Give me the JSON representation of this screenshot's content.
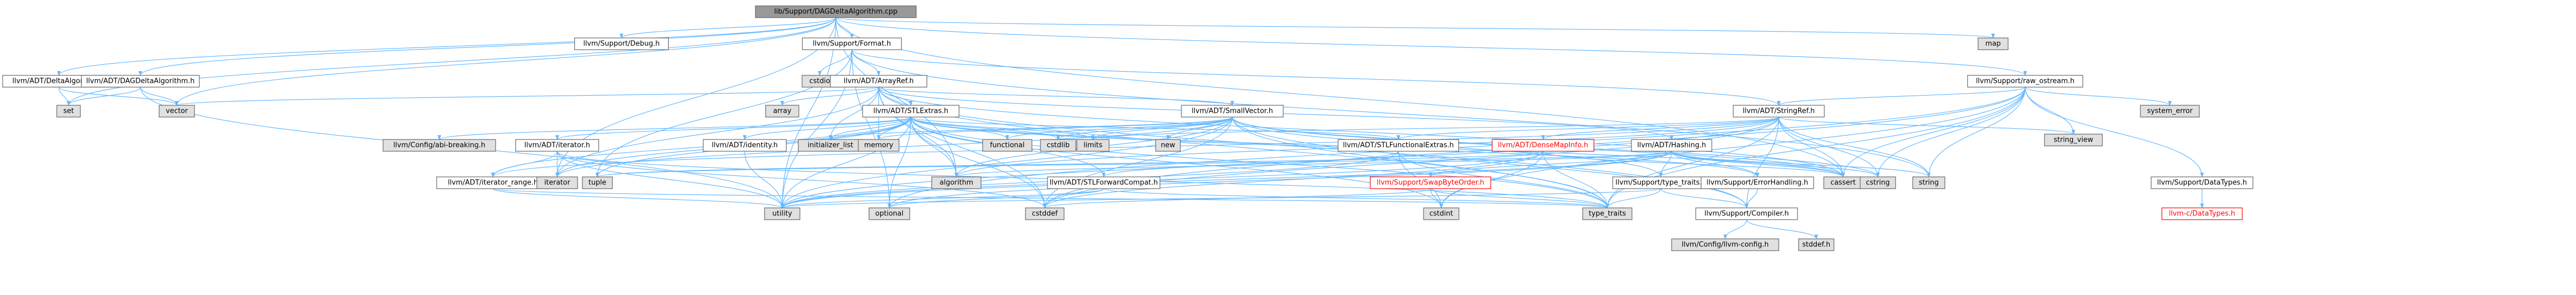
{
  "colors": {
    "background": "#ffffff",
    "edge": "#63b8ff",
    "arrow": "#63b8ff",
    "root_fill": "#999999",
    "internal_fill": "#ffffff",
    "system_fill": "#e0e0e0",
    "node_border": "#666666",
    "warn_border": "#ff0000",
    "text": "#000000",
    "warn_text": "#ff0000"
  },
  "nodes": [
    {
      "id": "root",
      "label": "lib/Support/DAGDeltaAlgorithm.cpp",
      "kind": "root"
    },
    {
      "id": "deltaalg",
      "label": "llvm/ADT/DeltaAlgorithm.h",
      "kind": "internal"
    },
    {
      "id": "dagdelta",
      "label": "llvm/ADT/DAGDeltaAlgorithm.h",
      "kind": "internal"
    },
    {
      "id": "debug",
      "label": "llvm/Support/Debug.h",
      "kind": "internal"
    },
    {
      "id": "format",
      "label": "llvm/Support/Format.h",
      "kind": "internal"
    },
    {
      "id": "raw_ostream",
      "label": "llvm/Support/raw_ostream.h",
      "kind": "internal"
    },
    {
      "id": "map",
      "label": "map",
      "kind": "system"
    },
    {
      "id": "set",
      "label": "set",
      "kind": "system"
    },
    {
      "id": "vector",
      "label": "vector",
      "kind": "system"
    },
    {
      "id": "cstdio",
      "label": "cstdio",
      "kind": "system"
    },
    {
      "id": "arrayref",
      "label": "llvm/ADT/ArrayRef.h",
      "kind": "internal"
    },
    {
      "id": "array",
      "label": "array",
      "kind": "system"
    },
    {
      "id": "stlextras",
      "label": "llvm/ADT/STLExtras.h",
      "kind": "internal"
    },
    {
      "id": "smallvector",
      "label": "llvm/ADT/SmallVector.h",
      "kind": "internal"
    },
    {
      "id": "stringref",
      "label": "llvm/ADT/StringRef.h",
      "kind": "internal"
    },
    {
      "id": "system_error",
      "label": "system_error",
      "kind": "system"
    },
    {
      "id": "string_view",
      "label": "string_view",
      "kind": "system"
    },
    {
      "id": "configbreak",
      "label": "llvm/Config/abi-breaking.h",
      "kind": "system"
    },
    {
      "id": "iterator",
      "label": "llvm/ADT/iterator.h",
      "kind": "internal"
    },
    {
      "id": "identity",
      "label": "llvm/ADT/identity.h",
      "kind": "internal"
    },
    {
      "id": "initializer_list",
      "label": "initializer_list",
      "kind": "system"
    },
    {
      "id": "memory",
      "label": "memory",
      "kind": "system"
    },
    {
      "id": "functional",
      "label": "functional",
      "kind": "system"
    },
    {
      "id": "cstdlib",
      "label": "cstdlib",
      "kind": "system"
    },
    {
      "id": "limits",
      "label": "limits",
      "kind": "system"
    },
    {
      "id": "new",
      "label": "new",
      "kind": "system"
    },
    {
      "id": "stlfunctional",
      "label": "llvm/ADT/STLFunctionalExtras.h",
      "kind": "internal"
    },
    {
      "id": "densemapinfo",
      "label": "llvm/ADT/DenseMapInfo.h",
      "kind": "warn"
    },
    {
      "id": "hashing",
      "label": "llvm/ADT/Hashing.h",
      "kind": "internal"
    },
    {
      "id": "iterator_range",
      "label": "llvm/ADT/iterator_range.h",
      "kind": "internal"
    },
    {
      "id": "iterator_sys",
      "label": "iterator",
      "kind": "system"
    },
    {
      "id": "tuple",
      "label": "tuple",
      "kind": "system"
    },
    {
      "id": "algorithm",
      "label": "algorithm",
      "kind": "system"
    },
    {
      "id": "stlforward",
      "label": "llvm/ADT/STLForwardCompat.h",
      "kind": "internal"
    },
    {
      "id": "swapbyteorder",
      "label": "llvm/Support/SwapByteOrder.h",
      "kind": "warn"
    },
    {
      "id": "type_traits_h",
      "label": "llvm/Support/type_traits.h",
      "kind": "internal"
    },
    {
      "id": "errorhandling",
      "label": "llvm/Support/ErrorHandling.h",
      "kind": "internal"
    },
    {
      "id": "cassert",
      "label": "cassert",
      "kind": "system"
    },
    {
      "id": "cstring",
      "label": "cstring",
      "kind": "system"
    },
    {
      "id": "string",
      "label": "string",
      "kind": "system"
    },
    {
      "id": "datatypes",
      "label": "llvm/Support/DataTypes.h",
      "kind": "internal"
    },
    {
      "id": "cdatatypes",
      "label": "llvm-c/DataTypes.h",
      "kind": "warn"
    },
    {
      "id": "compiler",
      "label": "llvm/Support/Compiler.h",
      "kind": "internal"
    },
    {
      "id": "llvmconfig",
      "label": "llvm/Config/llvm-config.h",
      "kind": "system"
    },
    {
      "id": "stddef",
      "label": "stddef.h",
      "kind": "system"
    },
    {
      "id": "utility",
      "label": "utility",
      "kind": "system"
    },
    {
      "id": "optional",
      "label": "optional",
      "kind": "system"
    },
    {
      "id": "cstddef",
      "label": "cstddef",
      "kind": "system"
    },
    {
      "id": "cstdint",
      "label": "cstdint",
      "kind": "system"
    },
    {
      "id": "type_traits",
      "label": "type_traits",
      "kind": "system"
    }
  ],
  "edges": [
    [
      "root",
      "deltaalg"
    ],
    [
      "root",
      "dagdelta"
    ],
    [
      "root",
      "debug"
    ],
    [
      "root",
      "format"
    ],
    [
      "root",
      "raw_ostream"
    ],
    [
      "root",
      "map"
    ],
    [
      "root",
      "algorithm"
    ],
    [
      "root",
      "cassert"
    ],
    [
      "root",
      "iterator_sys"
    ],
    [
      "root",
      "set"
    ],
    [
      "root",
      "utility"
    ],
    [
      "root",
      "vector"
    ],
    [
      "deltaalg",
      "set"
    ],
    [
      "deltaalg",
      "vector"
    ],
    [
      "dagdelta",
      "vector"
    ],
    [
      "dagdelta",
      "set"
    ],
    [
      "dagdelta",
      "utility"
    ],
    [
      "format",
      "arrayref"
    ],
    [
      "format",
      "stringref"
    ],
    [
      "format",
      "cstdio"
    ],
    [
      "format",
      "optional"
    ],
    [
      "format",
      "string"
    ],
    [
      "format",
      "tuple"
    ],
    [
      "format",
      "utility"
    ],
    [
      "raw_ostream",
      "stringref"
    ],
    [
      "raw_ostream",
      "datatypes"
    ],
    [
      "raw_ostream",
      "cassert"
    ],
    [
      "raw_ostream",
      "cstddef"
    ],
    [
      "raw_ostream",
      "cstdint"
    ],
    [
      "raw_ostream",
      "cstring"
    ],
    [
      "raw_ostream",
      "optional"
    ],
    [
      "raw_ostream",
      "string"
    ],
    [
      "raw_ostream",
      "string_view"
    ],
    [
      "raw_ostream",
      "system_error"
    ],
    [
      "raw_ostream",
      "type_traits"
    ],
    [
      "arrayref",
      "hashing"
    ],
    [
      "arrayref",
      "smallvector"
    ],
    [
      "arrayref",
      "stlextras"
    ],
    [
      "arrayref",
      "compiler"
    ],
    [
      "arrayref",
      "algorithm"
    ],
    [
      "arrayref",
      "array"
    ],
    [
      "arrayref",
      "cassert"
    ],
    [
      "arrayref",
      "cstddef"
    ],
    [
      "arrayref",
      "initializer_list"
    ],
    [
      "arrayref",
      "iterator_sys"
    ],
    [
      "arrayref",
      "memory"
    ],
    [
      "arrayref",
      "type_traits"
    ],
    [
      "arrayref",
      "vector"
    ],
    [
      "stlextras",
      "configbreak"
    ],
    [
      "stlextras",
      "identity"
    ],
    [
      "stlextras",
      "stlforward"
    ],
    [
      "stlextras",
      "stlfunctional"
    ],
    [
      "stlextras",
      "iterator"
    ],
    [
      "stlextras",
      "iterator_range"
    ],
    [
      "stlextras",
      "errorhandling"
    ],
    [
      "stlextras",
      "algorithm"
    ],
    [
      "stlextras",
      "cassert"
    ],
    [
      "stlextras",
      "cstddef"
    ],
    [
      "stlextras",
      "cstdint"
    ],
    [
      "stlextras",
      "cstdlib"
    ],
    [
      "stlextras",
      "functional"
    ],
    [
      "stlextras",
      "initializer_list"
    ],
    [
      "stlextras",
      "iterator_sys"
    ],
    [
      "stlextras",
      "limits"
    ],
    [
      "stlextras",
      "memory"
    ],
    [
      "stlextras",
      "optional"
    ],
    [
      "stlextras",
      "tuple"
    ],
    [
      "stlextras",
      "type_traits"
    ],
    [
      "stlextras",
      "utility"
    ],
    [
      "smallvector",
      "compiler"
    ],
    [
      "smallvector",
      "type_traits_h"
    ],
    [
      "smallvector",
      "algorithm"
    ],
    [
      "smallvector",
      "cassert"
    ],
    [
      "smallvector",
      "cstddef"
    ],
    [
      "smallvector",
      "cstdlib"
    ],
    [
      "smallvector",
      "cstring"
    ],
    [
      "smallvector",
      "functional"
    ],
    [
      "smallvector",
      "initializer_list"
    ],
    [
      "smallvector",
      "iterator_sys"
    ],
    [
      "smallvector",
      "limits"
    ],
    [
      "smallvector",
      "memory"
    ],
    [
      "smallvector",
      "new"
    ],
    [
      "smallvector",
      "type_traits"
    ],
    [
      "smallvector",
      "utility"
    ],
    [
      "stringref",
      "densemapinfo"
    ],
    [
      "stringref",
      "stlfunctional"
    ],
    [
      "stringref",
      "iterator_range"
    ],
    [
      "stringref",
      "compiler"
    ],
    [
      "stringref",
      "algorithm"
    ],
    [
      "stringref",
      "cassert"
    ],
    [
      "stringref",
      "cstddef"
    ],
    [
      "stringref",
      "cstring"
    ],
    [
      "stringref",
      "limits"
    ],
    [
      "stringref",
      "string"
    ],
    [
      "stringref",
      "string_view"
    ],
    [
      "stringref",
      "type_traits"
    ],
    [
      "stringref",
      "utility"
    ],
    [
      "iterator",
      "iterator_range"
    ],
    [
      "iterator",
      "cstddef"
    ],
    [
      "iterator",
      "iterator_sys"
    ],
    [
      "iterator",
      "type_traits"
    ],
    [
      "iterator",
      "utility"
    ],
    [
      "iterator_range",
      "iterator_sys"
    ],
    [
      "iterator_range",
      "type_traits"
    ],
    [
      "iterator_range",
      "utility"
    ],
    [
      "stlfunctional",
      "stlforward"
    ],
    [
      "stlfunctional",
      "cstdint"
    ],
    [
      "stlfunctional",
      "type_traits"
    ],
    [
      "stlfunctional",
      "utility"
    ],
    [
      "densemapinfo",
      "cassert"
    ],
    [
      "densemapinfo",
      "cstddef"
    ],
    [
      "densemapinfo",
      "cstdint"
    ],
    [
      "densemapinfo",
      "tuple"
    ],
    [
      "densemapinfo",
      "type_traits"
    ],
    [
      "densemapinfo",
      "utility"
    ],
    [
      "hashing",
      "errorhandling"
    ],
    [
      "hashing",
      "swapbyteorder"
    ],
    [
      "hashing",
      "type_traits_h"
    ],
    [
      "hashing",
      "algorithm"
    ],
    [
      "hashing",
      "cassert"
    ],
    [
      "hashing",
      "cstring"
    ],
    [
      "hashing",
      "optional"
    ],
    [
      "hashing",
      "string"
    ],
    [
      "hashing",
      "tuple"
    ],
    [
      "hashing",
      "utility"
    ],
    [
      "stlforward",
      "optional"
    ],
    [
      "stlforward",
      "type_traits"
    ],
    [
      "stlforward",
      "utility"
    ],
    [
      "swapbyteorder",
      "cstddef"
    ],
    [
      "swapbyteorder",
      "cstdint"
    ],
    [
      "swapbyteorder",
      "type_traits"
    ],
    [
      "type_traits_h",
      "compiler"
    ],
    [
      "type_traits_h",
      "type_traits"
    ],
    [
      "type_traits_h",
      "utility"
    ],
    [
      "errorhandling",
      "compiler"
    ],
    [
      "compiler",
      "llvmconfig"
    ],
    [
      "compiler",
      "stddef"
    ],
    [
      "datatypes",
      "cdatatypes"
    ],
    [
      "identity",
      "utility"
    ]
  ]
}
